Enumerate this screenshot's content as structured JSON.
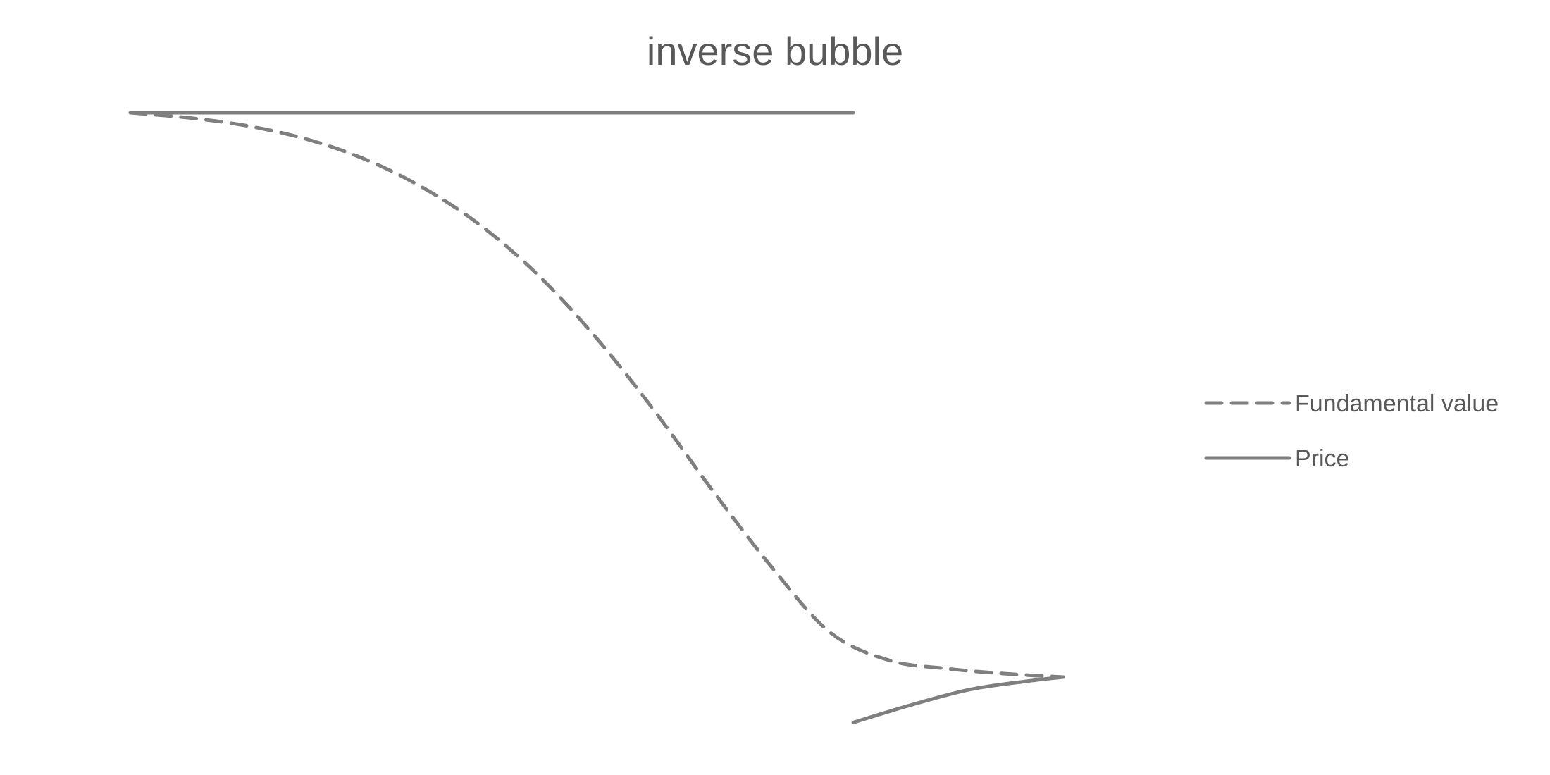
{
  "chart_data": {
    "type": "line",
    "title": "inverse bubble",
    "xlabel": "",
    "ylabel": "",
    "grid": false,
    "axes_visible": false,
    "legend_position": "right",
    "line_color": "#7f7f7f",
    "text_color": "#595959",
    "xlim": [
      0,
      10
    ],
    "ylim": [
      0,
      10
    ],
    "series": [
      {
        "name": "Fundamental value",
        "style": "dashed",
        "points": [
          {
            "x": 0.0,
            "y": 10.0
          },
          {
            "x": 0.5,
            "y": 9.91
          },
          {
            "x": 1.0,
            "y": 9.77
          },
          {
            "x": 1.5,
            "y": 9.54
          },
          {
            "x": 2.0,
            "y": 9.19
          },
          {
            "x": 2.5,
            "y": 8.69
          },
          {
            "x": 3.0,
            "y": 8.02
          },
          {
            "x": 3.5,
            "y": 7.13
          },
          {
            "x": 4.0,
            "y": 6.02
          },
          {
            "x": 4.5,
            "y": 4.73
          },
          {
            "x": 5.0,
            "y": 3.32
          },
          {
            "x": 5.5,
            "y": 1.99
          },
          {
            "x": 6.0,
            "y": 0.84
          },
          {
            "x": 6.5,
            "y": 0.35
          },
          {
            "x": 7.0,
            "y": 0.2
          },
          {
            "x": 7.5,
            "y": 0.11
          },
          {
            "x": 8.0,
            "y": 0.05
          }
        ]
      },
      {
        "name": "Price",
        "style": "solid",
        "segments": [
          [
            {
              "x": 0.0,
              "y": 10.0
            },
            {
              "x": 6.2,
              "y": 10.0
            }
          ],
          [
            {
              "x": 6.2,
              "y": -0.75
            },
            {
              "x": 6.7,
              "y": -0.44
            },
            {
              "x": 7.2,
              "y": -0.17
            },
            {
              "x": 7.7,
              "y": -0.02
            },
            {
              "x": 8.0,
              "y": 0.05
            }
          ]
        ]
      }
    ]
  }
}
